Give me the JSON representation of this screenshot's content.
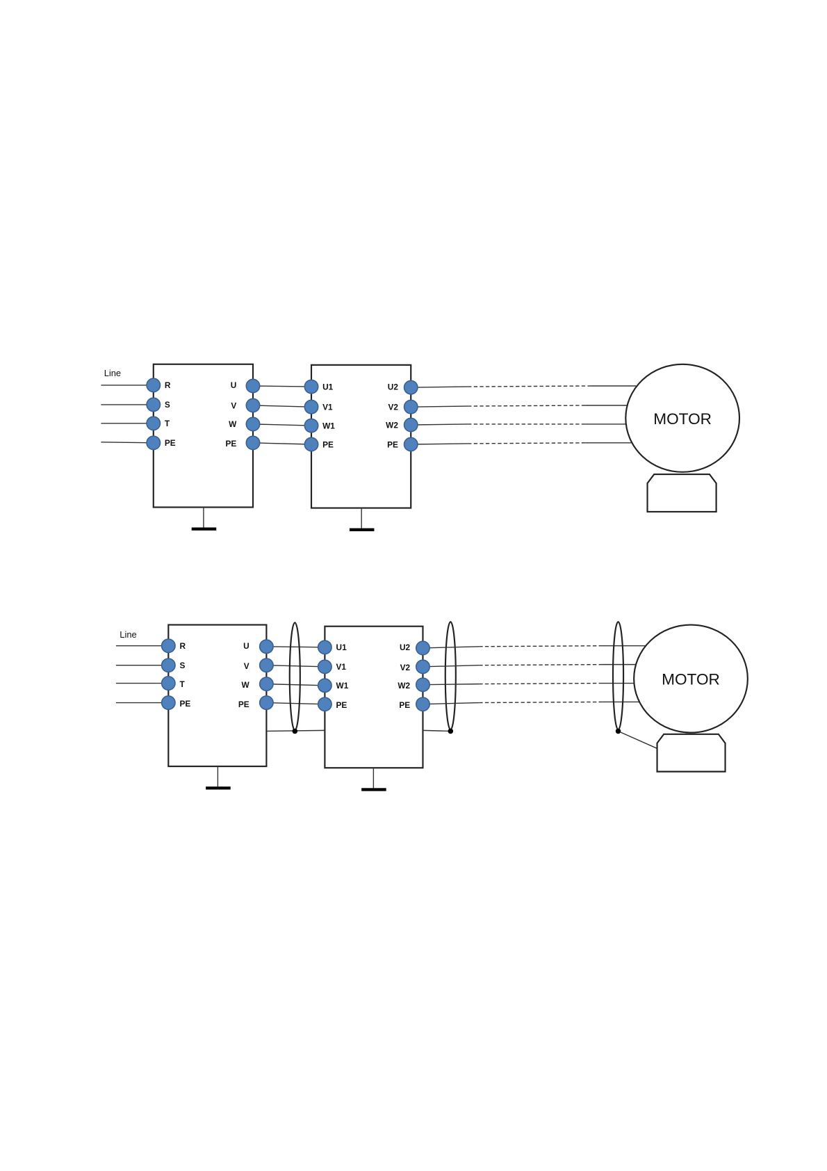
{
  "diagrams": [
    {
      "line_label": "Line",
      "unit1": {
        "inputs": [
          "R",
          "S",
          "T",
          "PE"
        ],
        "outputs": [
          "U",
          "V",
          "W",
          "PE"
        ]
      },
      "unit2": {
        "inputs": [
          "U1",
          "V1",
          "W1",
          "PE"
        ],
        "outputs": [
          "U2",
          "V2",
          "W2",
          "PE"
        ]
      },
      "motor_label": "MOTOR"
    },
    {
      "line_label": "Line",
      "unit1": {
        "inputs": [
          "R",
          "S",
          "T",
          "PE"
        ],
        "outputs": [
          "U",
          "V",
          "W",
          "PE"
        ]
      },
      "unit2": {
        "inputs": [
          "U1",
          "V1",
          "W1",
          "PE"
        ],
        "outputs": [
          "U2",
          "V2",
          "W2",
          "PE"
        ]
      },
      "motor_label": "MOTOR"
    }
  ],
  "colors": {
    "terminal": "#4f81bd",
    "terminal_outline": "#3a6190"
  }
}
